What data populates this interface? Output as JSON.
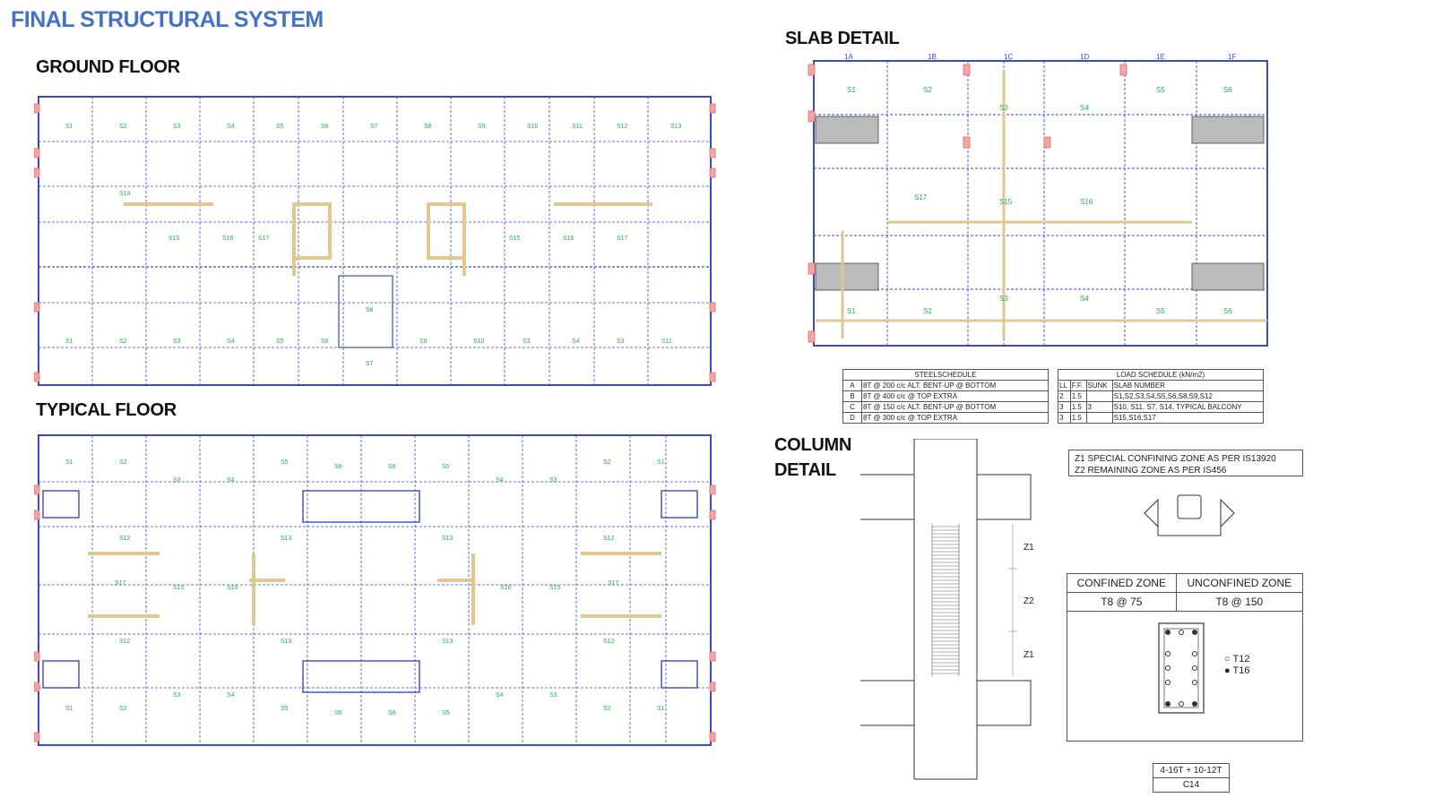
{
  "title": "FINAL STRUCTURAL SYSTEM",
  "sections": {
    "ground_floor": "GROUND FLOOR",
    "typical_floor": "TYPICAL FLOOR",
    "slab_detail": "SLAB DETAIL",
    "column_detail_1": "COLUMN",
    "column_detail_2": "DETAIL"
  },
  "colors": {
    "grid": "#3a4ad0",
    "slab_label": "#22b14c",
    "wall_label": "#e53935",
    "column": "#e06666",
    "beam": "#e0c890"
  },
  "slab_labels": [
    "S1",
    "S2",
    "S3",
    "S4",
    "S5",
    "S6",
    "S7",
    "S8",
    "S9",
    "S10",
    "S11",
    "S12",
    "S13",
    "S14",
    "S15",
    "S16",
    "S17"
  ],
  "slab_detail": {
    "grid_labels": [
      "1A",
      "1B",
      "1C",
      "1D",
      "1E",
      "1F"
    ],
    "steel_schedule": {
      "title": "STEELSCHEDULE",
      "rows": [
        {
          "mark": "A",
          "desc": "8T @ 200 c/c ALT. BENT-UP @ BOTTOM"
        },
        {
          "mark": "B",
          "desc": "8T @ 400 c/c @ TOP EXTRA"
        },
        {
          "mark": "C",
          "desc": "8T @ 150 c/c ALT. BENT-UP @ BOTTOM"
        },
        {
          "mark": "D",
          "desc": "8T @ 300 c/c @ TOP EXTRA"
        }
      ]
    },
    "load_schedule": {
      "title": "LOAD SCHEDULE (kN/m2)",
      "headers": [
        "LL",
        "F.F.",
        "SUNK",
        "SLAB NUMBER"
      ],
      "rows": [
        [
          "2",
          "1.5",
          "",
          "S1,S2,S3,S4,S5,S6,S8,S9,S12"
        ],
        [
          "3",
          "1.5",
          "3",
          "S10, S11, S7, S14, TYPICAL BALCONY"
        ],
        [
          "3",
          "1.5",
          "",
          "S15,S16,S17"
        ]
      ]
    }
  },
  "column_detail": {
    "note_z1": "Z1 SPECIAL CONFINING ZONE AS PER IS13920",
    "note_z2": "Z2 REMAINING ZONE AS PER IS456",
    "zones": [
      "Z1",
      "Z2",
      "Z1"
    ],
    "table": {
      "headers": [
        "CONFINED ZONE",
        "UNCONFINED ZONE"
      ],
      "values": [
        "T8 @ 75",
        "T8 @ 150"
      ]
    },
    "legend": [
      {
        "symbol": "○",
        "label": "T12"
      },
      {
        "symbol": "●",
        "label": "T16"
      }
    ],
    "reinforcement": "4-16T + 10-12T",
    "column_id": "C14"
  }
}
